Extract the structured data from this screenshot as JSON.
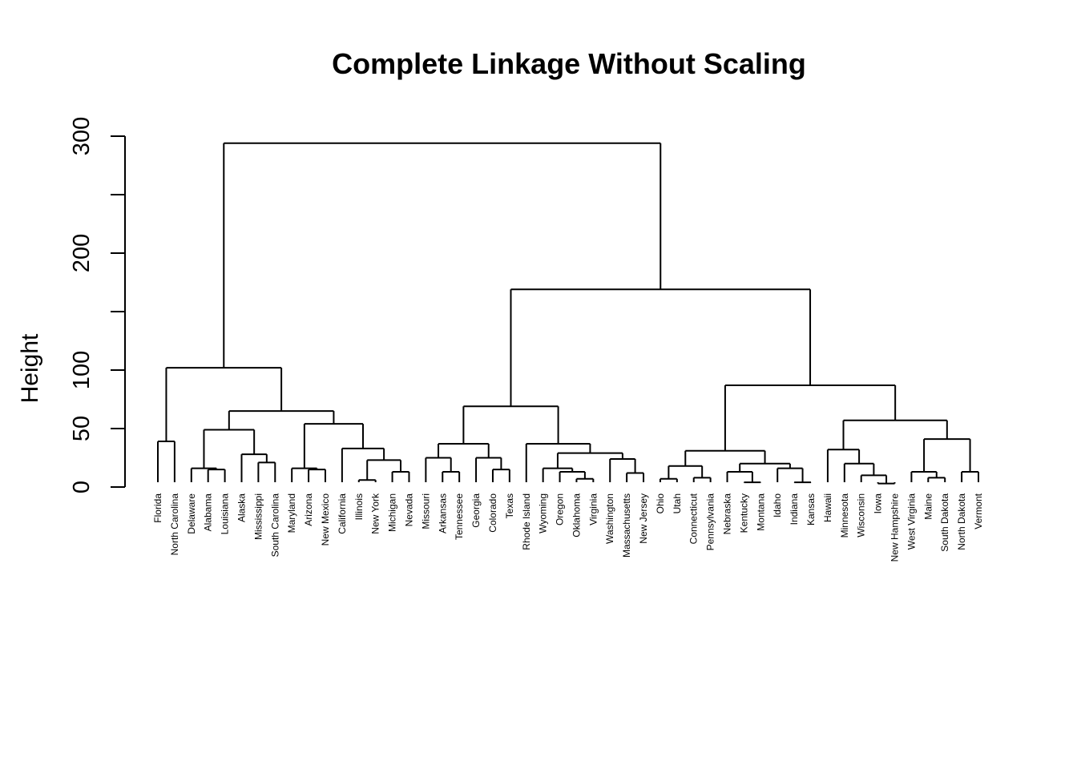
{
  "chart_data": {
    "type": "dendrogram",
    "title": "Complete Linkage Without Scaling",
    "ylabel": "Height",
    "xlabel": "",
    "ylim": [
      0,
      300
    ],
    "yticks": [
      0,
      50,
      100,
      150,
      200,
      250,
      300
    ],
    "ytick_labels": [
      "0",
      "50",
      "100",
      "",
      "200",
      "",
      "300"
    ],
    "leaves": [
      "Florida",
      "North Carolina",
      "Delaware",
      "Alabama",
      "Louisiana",
      "Alaska",
      "Mississippi",
      "South Carolina",
      "Maryland",
      "Arizona",
      "New Mexico",
      "California",
      "Illinois",
      "New York",
      "Michigan",
      "Nevada",
      "Missouri",
      "Arkansas",
      "Tennessee",
      "Georgia",
      "Colorado",
      "Texas",
      "Rhode Island",
      "Wyoming",
      "Oregon",
      "Oklahoma",
      "Virginia",
      "Washington",
      "Massachusetts",
      "New Jersey",
      "Ohio",
      "Utah",
      "Connecticut",
      "Pennsylvania",
      "Nebraska",
      "Kentucky",
      "Montana",
      "Idaho",
      "Indiana",
      "Kansas",
      "Hawaii",
      "Minnesota",
      "Wisconsin",
      "Iowa",
      "New Hampshire",
      "West Virginia",
      "Maine",
      "South Dakota",
      "North Dakota",
      "Vermont"
    ],
    "merges": [
      [
        "Florida",
        "North Carolina",
        39
      ],
      [
        "Alabama",
        "Louisiana",
        15
      ],
      [
        "Delaware",
        "m2",
        16
      ],
      [
        "Mississippi",
        "South Carolina",
        21
      ],
      [
        "Alaska",
        "m4",
        28
      ],
      [
        "m3",
        "m5",
        49
      ],
      [
        "Arizona",
        "New Mexico",
        15
      ],
      [
        "Maryland",
        "m7",
        16
      ],
      [
        "Illinois",
        "New York",
        6
      ],
      [
        "Michigan",
        "Nevada",
        13
      ],
      [
        "m9",
        "m10",
        23
      ],
      [
        "California",
        "m11",
        33
      ],
      [
        "m8",
        "m12",
        54
      ],
      [
        "m6",
        "m13",
        65
      ],
      [
        "m1",
        "m14",
        102
      ],
      [
        "Arkansas",
        "Tennessee",
        13
      ],
      [
        "Missouri",
        "m16",
        25
      ],
      [
        "Colorado",
        "Texas",
        15
      ],
      [
        "Georgia",
        "m18",
        25
      ],
      [
        "m17",
        "m19",
        37
      ],
      [
        "Oklahoma",
        "Virginia",
        7
      ],
      [
        "Oregon",
        "m21",
        13
      ],
      [
        "Wyoming",
        "m22",
        16
      ],
      [
        "Massachusetts",
        "New Jersey",
        12
      ],
      [
        "Washington",
        "m24",
        24
      ],
      [
        "m23",
        "m25",
        29
      ],
      [
        "m26",
        "Rhode Island",
        37
      ],
      [
        "m20",
        "m27",
        69
      ],
      [
        "Ohio",
        "Utah",
        7
      ],
      [
        "Connecticut",
        "Pennsylvania",
        8
      ],
      [
        "m29",
        "m30",
        18
      ],
      [
        "Kentucky",
        "Montana",
        4
      ],
      [
        "Nebraska",
        "m32",
        13
      ],
      [
        "Indiana",
        "Kansas",
        4
      ],
      [
        "Idaho",
        "m34",
        16
      ],
      [
        "m33",
        "m35",
        20
      ],
      [
        "m31",
        "m36",
        31
      ],
      [
        "Iowa",
        "New Hampshire",
        3
      ],
      [
        "Wisconsin",
        "m38",
        10
      ],
      [
        "Minnesota",
        "m39",
        20
      ],
      [
        "Hawaii",
        "m40",
        32
      ],
      [
        "South Dakota",
        "Maine",
        8
      ],
      [
        "West Virginia",
        "m42",
        13
      ],
      [
        "North Dakota",
        "Vermont",
        13
      ],
      [
        "m43",
        "m44",
        41
      ],
      [
        "m41",
        "m45",
        57
      ],
      [
        "m37",
        "m46",
        87
      ],
      [
        "m28",
        "m47",
        169
      ],
      [
        "m15",
        "m48",
        294
      ]
    ]
  }
}
